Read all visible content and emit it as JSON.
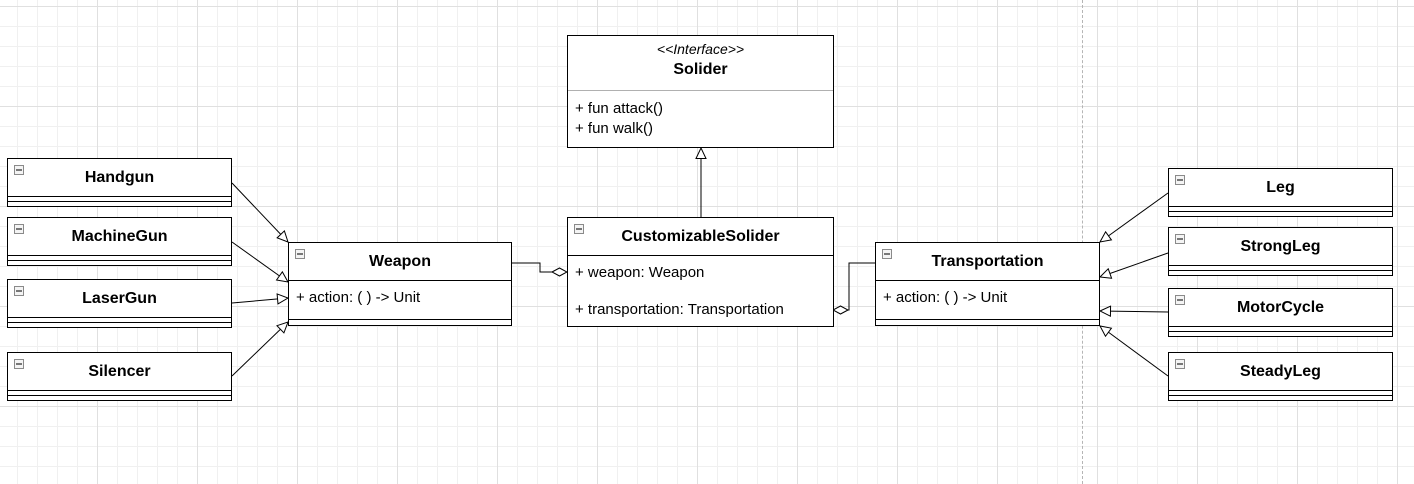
{
  "interface": {
    "stereotype": "<<Interface>>",
    "name": "Solider",
    "methods": [
      "+ fun attack()",
      "+ fun walk()"
    ]
  },
  "customizable": {
    "name": "CustomizableSolider",
    "fields": [
      "+ weapon: Weapon",
      "+ transportation: Transportation"
    ]
  },
  "weapon": {
    "name": "Weapon",
    "fields": [
      "+ action: ( ) -> Unit"
    ]
  },
  "transportation": {
    "name": "Transportation",
    "fields": [
      "+ action: ( ) -> Unit"
    ]
  },
  "weapons": [
    "Handgun",
    "MachineGun",
    "LaserGun",
    "Silencer"
  ],
  "transports": [
    "Leg",
    "StrongLeg",
    "MotorCycle",
    "SteadyLeg"
  ]
}
